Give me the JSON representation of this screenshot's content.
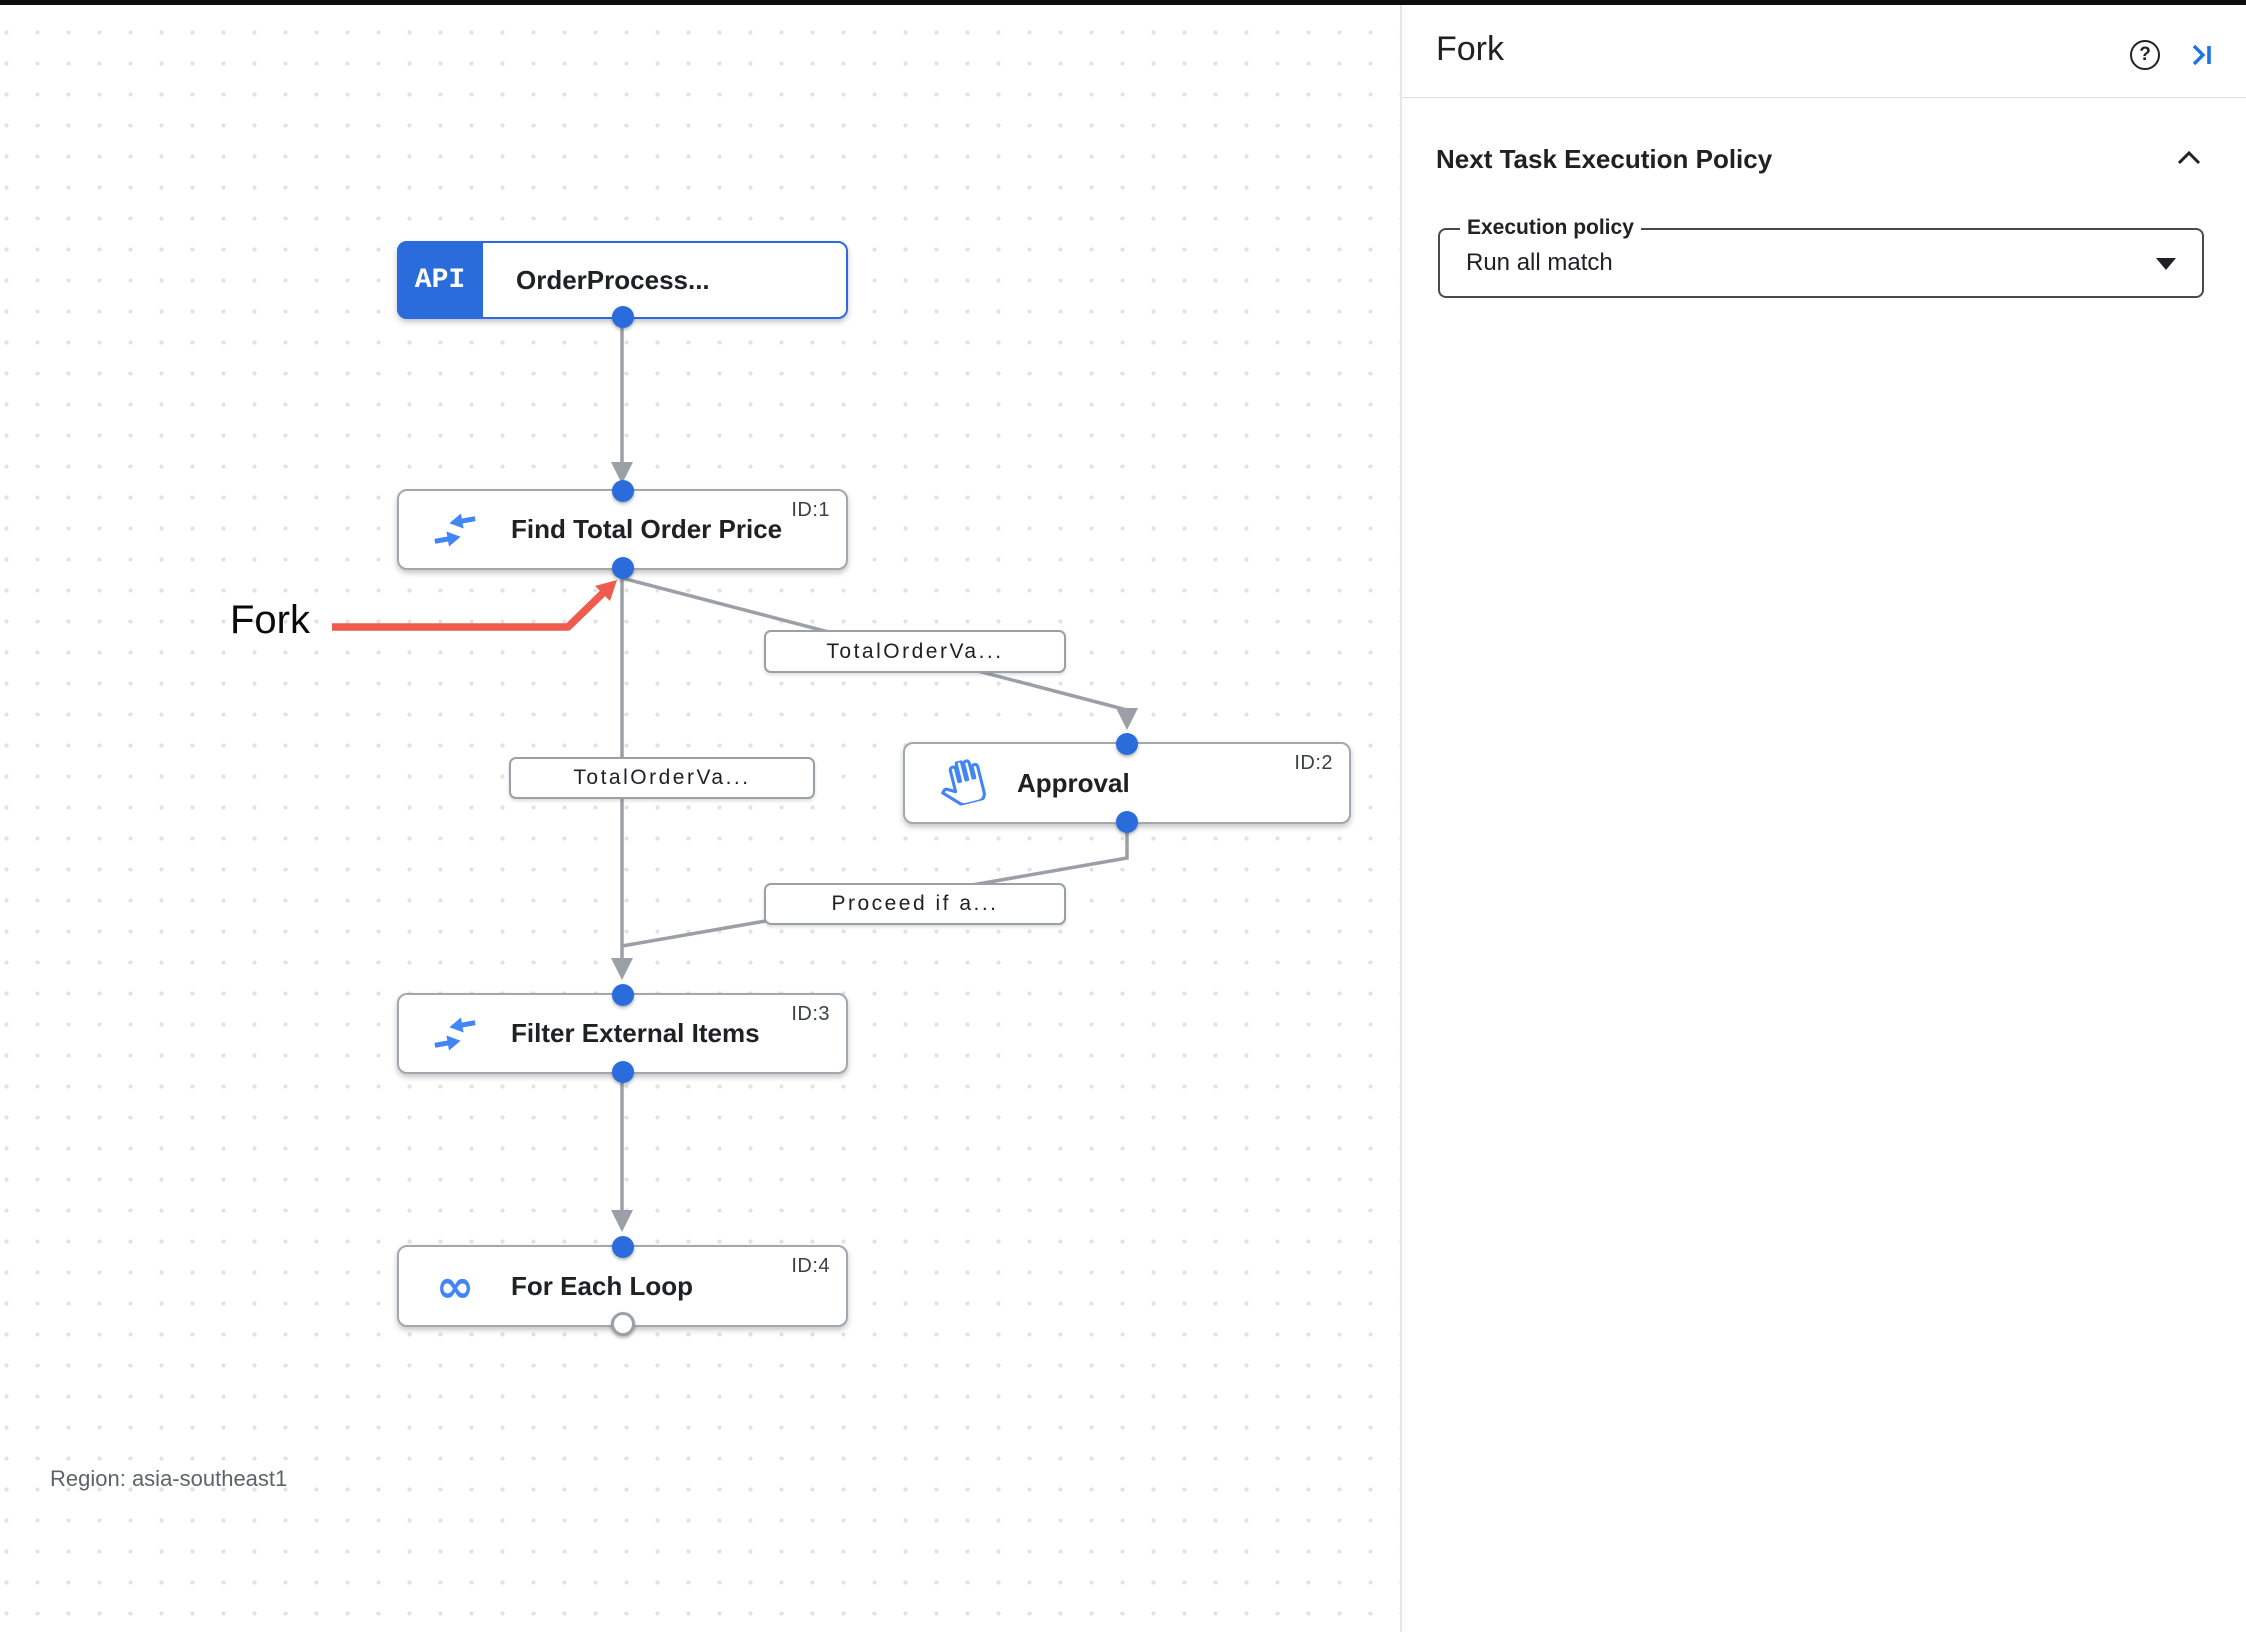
{
  "canvas": {
    "region_label": "Region: asia-southeast1",
    "annotation": {
      "label": "Fork"
    },
    "nodes": [
      {
        "badge": "API",
        "title": "OrderProcess...",
        "id_label": "",
        "icon": "api-trigger"
      },
      {
        "title": "Find Total Order Price",
        "id_label": "ID:1",
        "icon": "data-mapping"
      },
      {
        "title": "Approval",
        "id_label": "ID:2",
        "icon": "approval-hand"
      },
      {
        "title": "Filter External Items",
        "id_label": "ID:3",
        "icon": "data-mapping"
      },
      {
        "title": "For Each Loop",
        "id_label": "ID:4",
        "icon": "for-each-loop-infinity"
      }
    ],
    "edges": [
      {
        "from": "OrderProcess...",
        "to": "Find Total Order Price",
        "label": ""
      },
      {
        "from": "Find Total Order Price",
        "to": "Approval",
        "label": "TotalOrderVa..."
      },
      {
        "from": "Find Total Order Price",
        "to": "Filter External Items",
        "label": "TotalOrderVa..."
      },
      {
        "from": "Approval",
        "to": "Filter External Items",
        "label": "Proceed if a..."
      },
      {
        "from": "Filter External Items",
        "to": "For Each Loop",
        "label": ""
      }
    ]
  },
  "panel": {
    "title": "Fork",
    "icons": [
      "help-icon",
      "collapse-panel-icon"
    ],
    "section": {
      "title": "Next Task Execution Policy",
      "state": "expanded"
    },
    "field": {
      "label": "Execution policy",
      "value": "Run all match"
    }
  },
  "colors": {
    "accent_blue": "#2b6cdd",
    "icon_blue": "#4285f4",
    "edge_gray": "#9aa0a6",
    "annotation_red": "#ef5b4d",
    "text_dark": "#202124",
    "region_text": "#5f6368"
  }
}
